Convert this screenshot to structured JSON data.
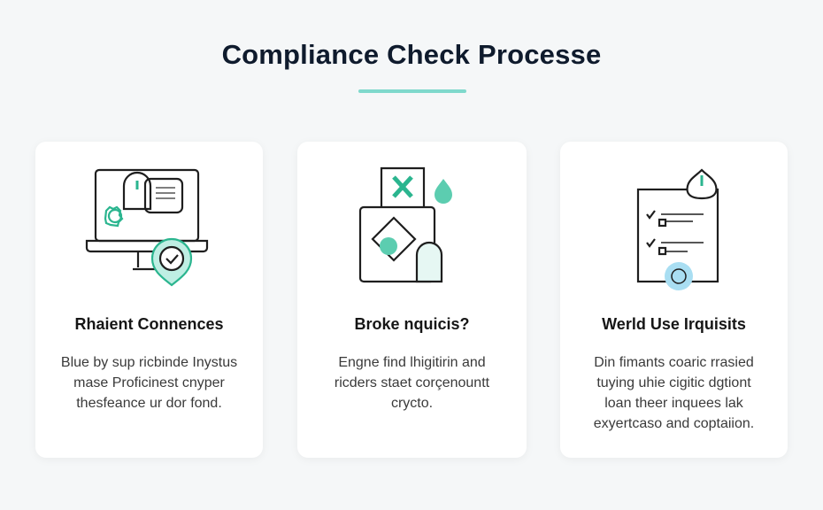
{
  "header": {
    "title": "Compliance Check Processe"
  },
  "colors": {
    "accent": "#7fd9cc",
    "icon_green": "#2bb58f",
    "ink": "#1e1e1e"
  },
  "cards": [
    {
      "icon": "laptop-shield-check-icon",
      "title": "Rhaient Connences",
      "lines": [
        "Blue by sup ricbinde Inystus",
        "mase Proficinest cnyper",
        "thesfeance ur dor fond."
      ]
    },
    {
      "icon": "document-x-bag-icon",
      "title": "Broke nquicis?",
      "lines": [
        "Engne find lhigitirin and",
        "ricders staet corçenountt",
        "crycto."
      ]
    },
    {
      "icon": "checklist-alert-icon",
      "title": "Werld Use Irquisits",
      "lines": [
        "Din fimants coaric rrasied",
        "tuying uhie cigitic dgtiont",
        "loan theer inquees lak",
        "exyertcaso and coptaiion."
      ]
    }
  ]
}
